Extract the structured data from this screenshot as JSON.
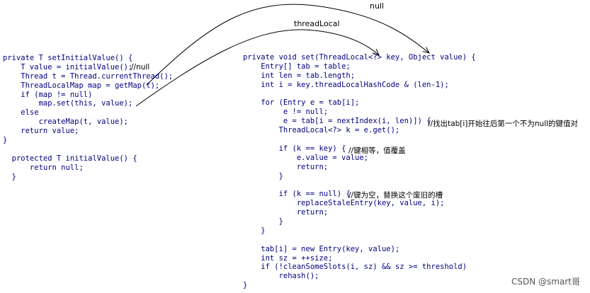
{
  "labels": {
    "null_label": "null",
    "threadlocal_label": "threadLocal"
  },
  "left_code": {
    "lines": [
      {
        "indent": "",
        "text": "private T setInitialValue() {"
      },
      {
        "indent": "    ",
        "text": "T value = initialValue();"
      },
      {
        "indent": "    ",
        "text": "Thread t = Thread.currentThread();"
      },
      {
        "indent": "    ",
        "text": "ThreadLocalMap map = getMap(t);"
      },
      {
        "indent": "    ",
        "text": "if (map != null)"
      },
      {
        "indent": "        ",
        "text": "map.set(this, value);"
      },
      {
        "indent": "    ",
        "text": "else"
      },
      {
        "indent": "        ",
        "text": "createMap(t, value);"
      },
      {
        "indent": "    ",
        "text": "return value;"
      },
      {
        "indent": "",
        "text": "}"
      },
      {
        "indent": "",
        "text": ""
      },
      {
        "indent": "  ",
        "text": "protected T initialValue() {"
      },
      {
        "indent": "      ",
        "text": "return null;"
      },
      {
        "indent": "  ",
        "text": "}"
      }
    ],
    "note_null": "//null"
  },
  "right_code": {
    "lines": [
      {
        "indent": "",
        "text": "private void set(ThreadLocal<?> key, Object value) {"
      },
      {
        "indent": "    ",
        "text": "Entry[] tab = table;"
      },
      {
        "indent": "    ",
        "text": "int len = tab.length;"
      },
      {
        "indent": "    ",
        "text": "int i = key.threadLocalHashCode & (len-1);"
      },
      {
        "indent": "",
        "text": ""
      },
      {
        "indent": "    ",
        "text": "for (Entry e = tab[i];"
      },
      {
        "indent": "         ",
        "text": "e != null;"
      },
      {
        "indent": "         ",
        "text": "e = tab[i = nextIndex(i, len)]) {"
      },
      {
        "indent": "        ",
        "text": "ThreadLocal<?> k = e.get();"
      },
      {
        "indent": "",
        "text": ""
      },
      {
        "indent": "        ",
        "text": "if (k == key) {"
      },
      {
        "indent": "            ",
        "text": "e.value = value;"
      },
      {
        "indent": "            ",
        "text": "return;"
      },
      {
        "indent": "        ",
        "text": "}"
      },
      {
        "indent": "",
        "text": ""
      },
      {
        "indent": "        ",
        "text": "if (k == null) {"
      },
      {
        "indent": "            ",
        "text": "replaceStaleEntry(key, value, i);"
      },
      {
        "indent": "            ",
        "text": "return;"
      },
      {
        "indent": "        ",
        "text": "}"
      },
      {
        "indent": "    ",
        "text": "}"
      },
      {
        "indent": "",
        "text": ""
      },
      {
        "indent": "    ",
        "text": "tab[i] = new Entry(key, value);"
      },
      {
        "indent": "    ",
        "text": "int sz = ++size;"
      },
      {
        "indent": "    ",
        "text": "if (!cleanSomeSlots(i, sz) && sz >= threshold)"
      },
      {
        "indent": "        ",
        "text": "rehash();"
      },
      {
        "indent": "",
        "text": "}"
      }
    ],
    "note_loop": "//找出tab[i]开始往后第一个不为null的键值对",
    "note_key_equal": "//键相等，值覆盖",
    "note_key_null": "//键为空，替换这个废旧的槽"
  },
  "watermark": "CSDN @smart哥"
}
